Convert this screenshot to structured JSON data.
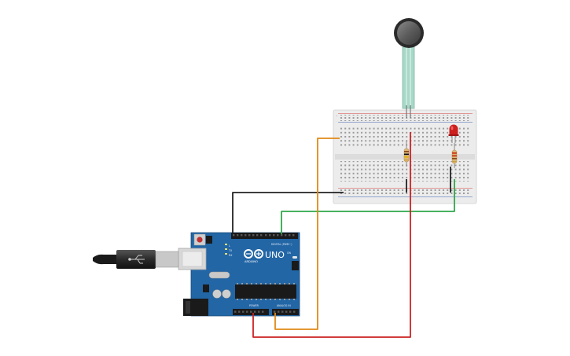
{
  "board": {
    "logo": "UNO",
    "brand": "ARDUINO",
    "digital_label": "DIGITAL (PWM~)",
    "power_label": "POWER",
    "analog_label": "ANALOG IN",
    "tx_label": "TX",
    "rx_label": "RX",
    "l_label": "L",
    "on_label": "ON",
    "aref_label": "AREF",
    "gnd_label": "GND"
  },
  "breadboard": {
    "plus_label": "+",
    "minus_label": "-"
  },
  "colors": {
    "wire_black": "#222222",
    "wire_green": "#2fa84a",
    "wire_orange": "#e08a16",
    "wire_red": "#cc2222",
    "board_blue": "#2266a6",
    "led_red": "#cc1f1f",
    "fsr_teal": "#a8d8c8"
  }
}
